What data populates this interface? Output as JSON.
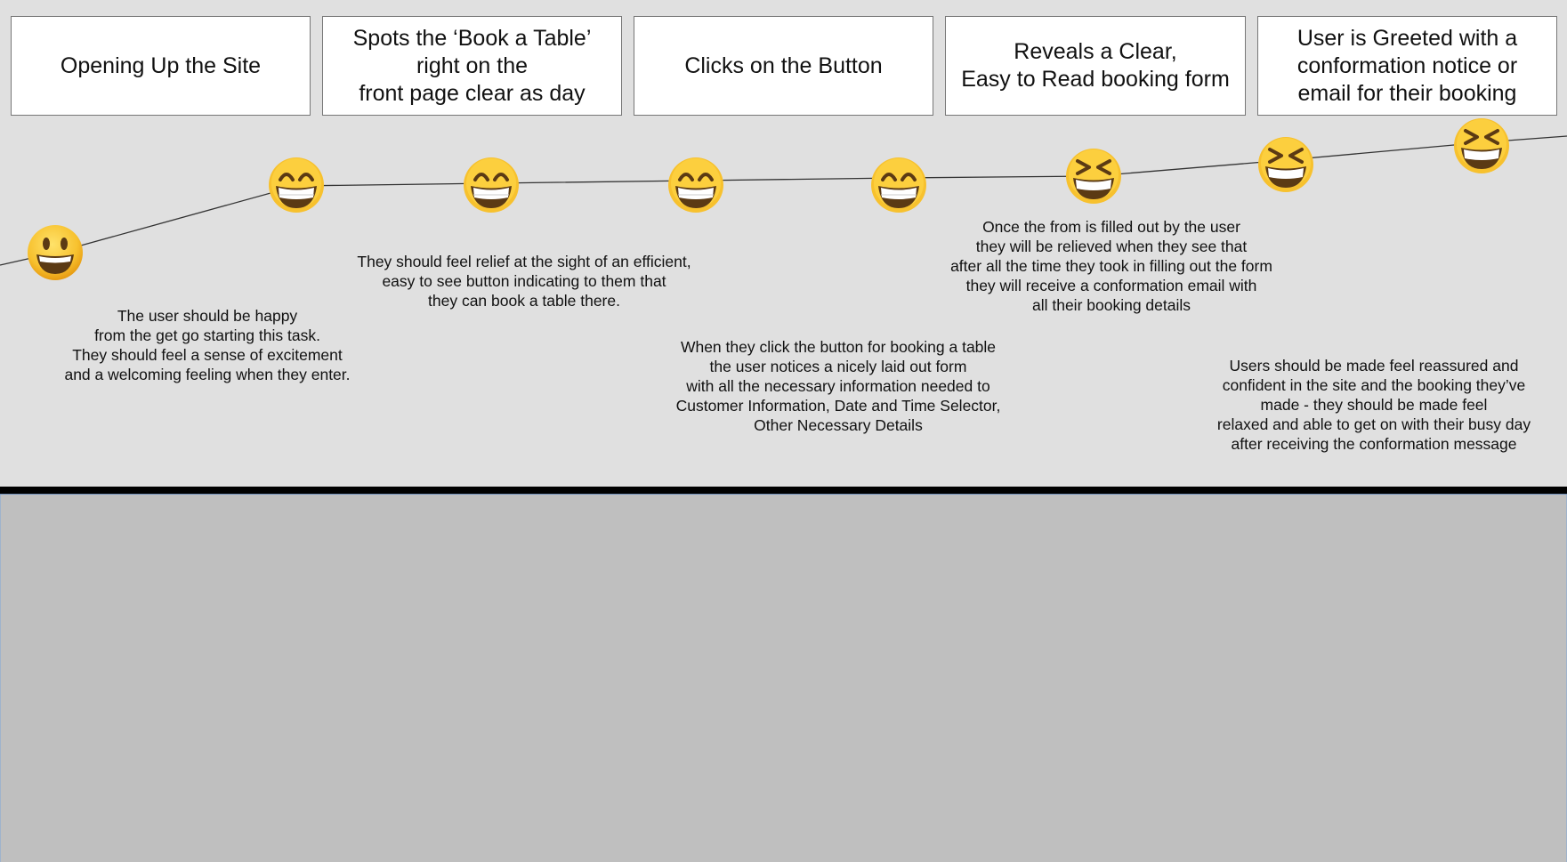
{
  "steps": [
    "Opening Up the Site",
    "Spots the ‘Book a Table’\nright on the\nfront page clear as day",
    "Clicks on the Button",
    "Reveals a Clear,\nEasy to Read booking form",
    "User is Greeted with a\nconformation notice or\nemail for their booking"
  ],
  "emotions": [
    "grinning-face",
    "beaming-face-with-smiling-eyes",
    "beaming-face-with-smiling-eyes",
    "beaming-face-with-smiling-eyes",
    "beaming-face-with-smiling-eyes",
    "grinning-squinting-face",
    "grinning-squinting-face",
    "grinning-squinting-face"
  ],
  "notes": [
    "The user should be happy\nfrom the get go starting this task.\nThey should feel a sense of excitement\nand a welcoming feeling when they enter.",
    "They should feel relief at the sight of an efficient,\neasy to see button indicating to them that\nthey can book a table there.",
    "When they click the button for booking a table\nthe user notices a nicely laid out form\nwith all the necessary information needed to\nCustomer Information, Date and Time Selector,\nOther Necessary Details",
    "Once the from is filled out by the user\nthey will be relieved when they see that\nafter all the time they took in filling out the form\nthey will receive a conformation email with\nall their booking details",
    "Users should be made feel reassured and\nconfident in the site and the booking they’ve\nmade - they should be made feel\nrelaxed and able to get on with their busy day\nafter receiving the conformation message"
  ],
  "colors": {
    "canvas": "#e0e0e0",
    "lower_area": "#bfbfbf",
    "divider": "#000000",
    "emoji_face": "#f7c12e",
    "line": "#333333"
  }
}
